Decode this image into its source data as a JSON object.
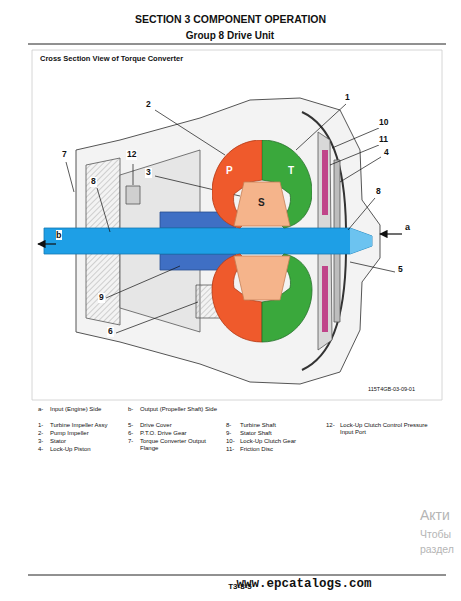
{
  "diagram": {
    "title": "SECTION 3 COMPONENT OPERATION",
    "nodes": [
      {
        "text": [
          "P"
        ]
      },
      {
        "text": [
          "T"
        ]
      },
      {
        "text": [
          "S"
        ]
      }
    ],
    "labels": [
      "Group 8 Drive Unit",
      "Cross Section View of Torque Converter",
      "1",
      "2",
      "3",
      "4",
      "5",
      "6",
      "7",
      "8",
      "8",
      "9",
      "10",
      "11",
      "12",
      "a",
      "b",
      "115T4GB-03-09-01",
      "a-",
      "Input (Engine) Side",
      "b-",
      "Output (Propeller Shaft) Side",
      "1-",
      "Turbine Impeller Assy",
      "2-",
      "Pump Impeller",
      "3-",
      "Stator",
      "4-",
      "Lock-Up Piston",
      "5-",
      "Drive Cover",
      "6-",
      "P.T.O. Drive Gear",
      "7-",
      "Torque Converter Output Flange",
      "8-",
      "Turbine Shaft",
      "9-",
      "Stator Shaft",
      "10-",
      "Lock-Up Clutch Gear",
      "11-",
      "Friction Disc",
      "12-",
      "Lock-Up Clutch Control Pressure Input Port",
      "T3-8-5",
      "www.epcatalogs.com",
      "Акти",
      "Чтобы",
      "раздел"
    ]
  }
}
